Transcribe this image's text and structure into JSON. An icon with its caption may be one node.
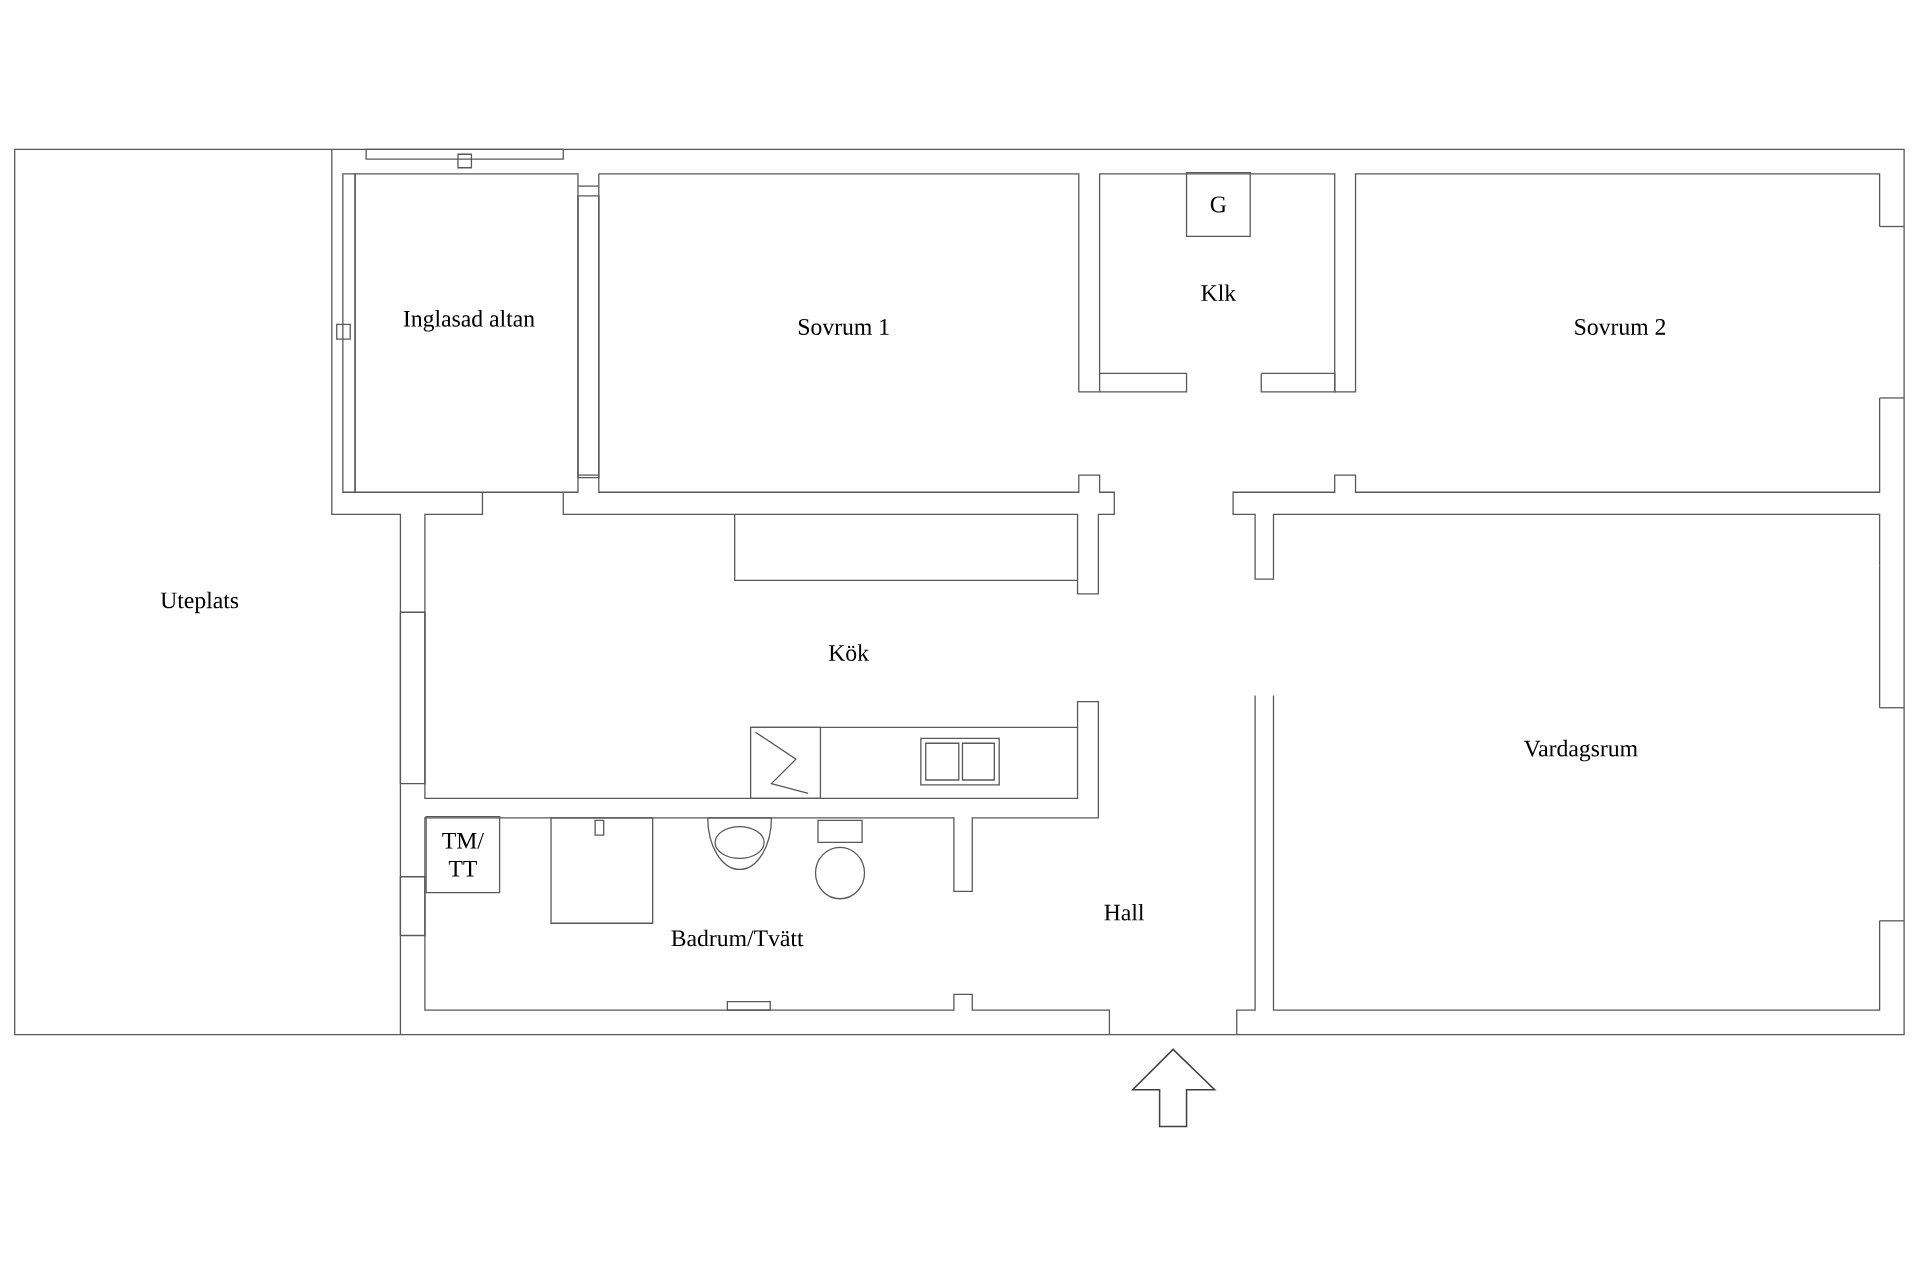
{
  "diagram": {
    "nodes": [
      {
        "text": [
          "Uteplats"
        ]
      },
      {
        "text": [
          "Inglasad altan"
        ]
      },
      {
        "text": [
          "Sovrum 1"
        ]
      },
      {
        "text": [
          "Klk"
        ]
      },
      {
        "text": [
          "G"
        ]
      },
      {
        "text": [
          "Sovrum 2"
        ]
      },
      {
        "text": [
          "Kök"
        ]
      },
      {
        "text": [
          "Vardagsrum"
        ]
      },
      {
        "text": [
          "Badrum/Tvätt"
        ]
      },
      {
        "text": [
          "TM/ TT"
        ]
      },
      {
        "text": [
          "Hall"
        ]
      }
    ]
  }
}
